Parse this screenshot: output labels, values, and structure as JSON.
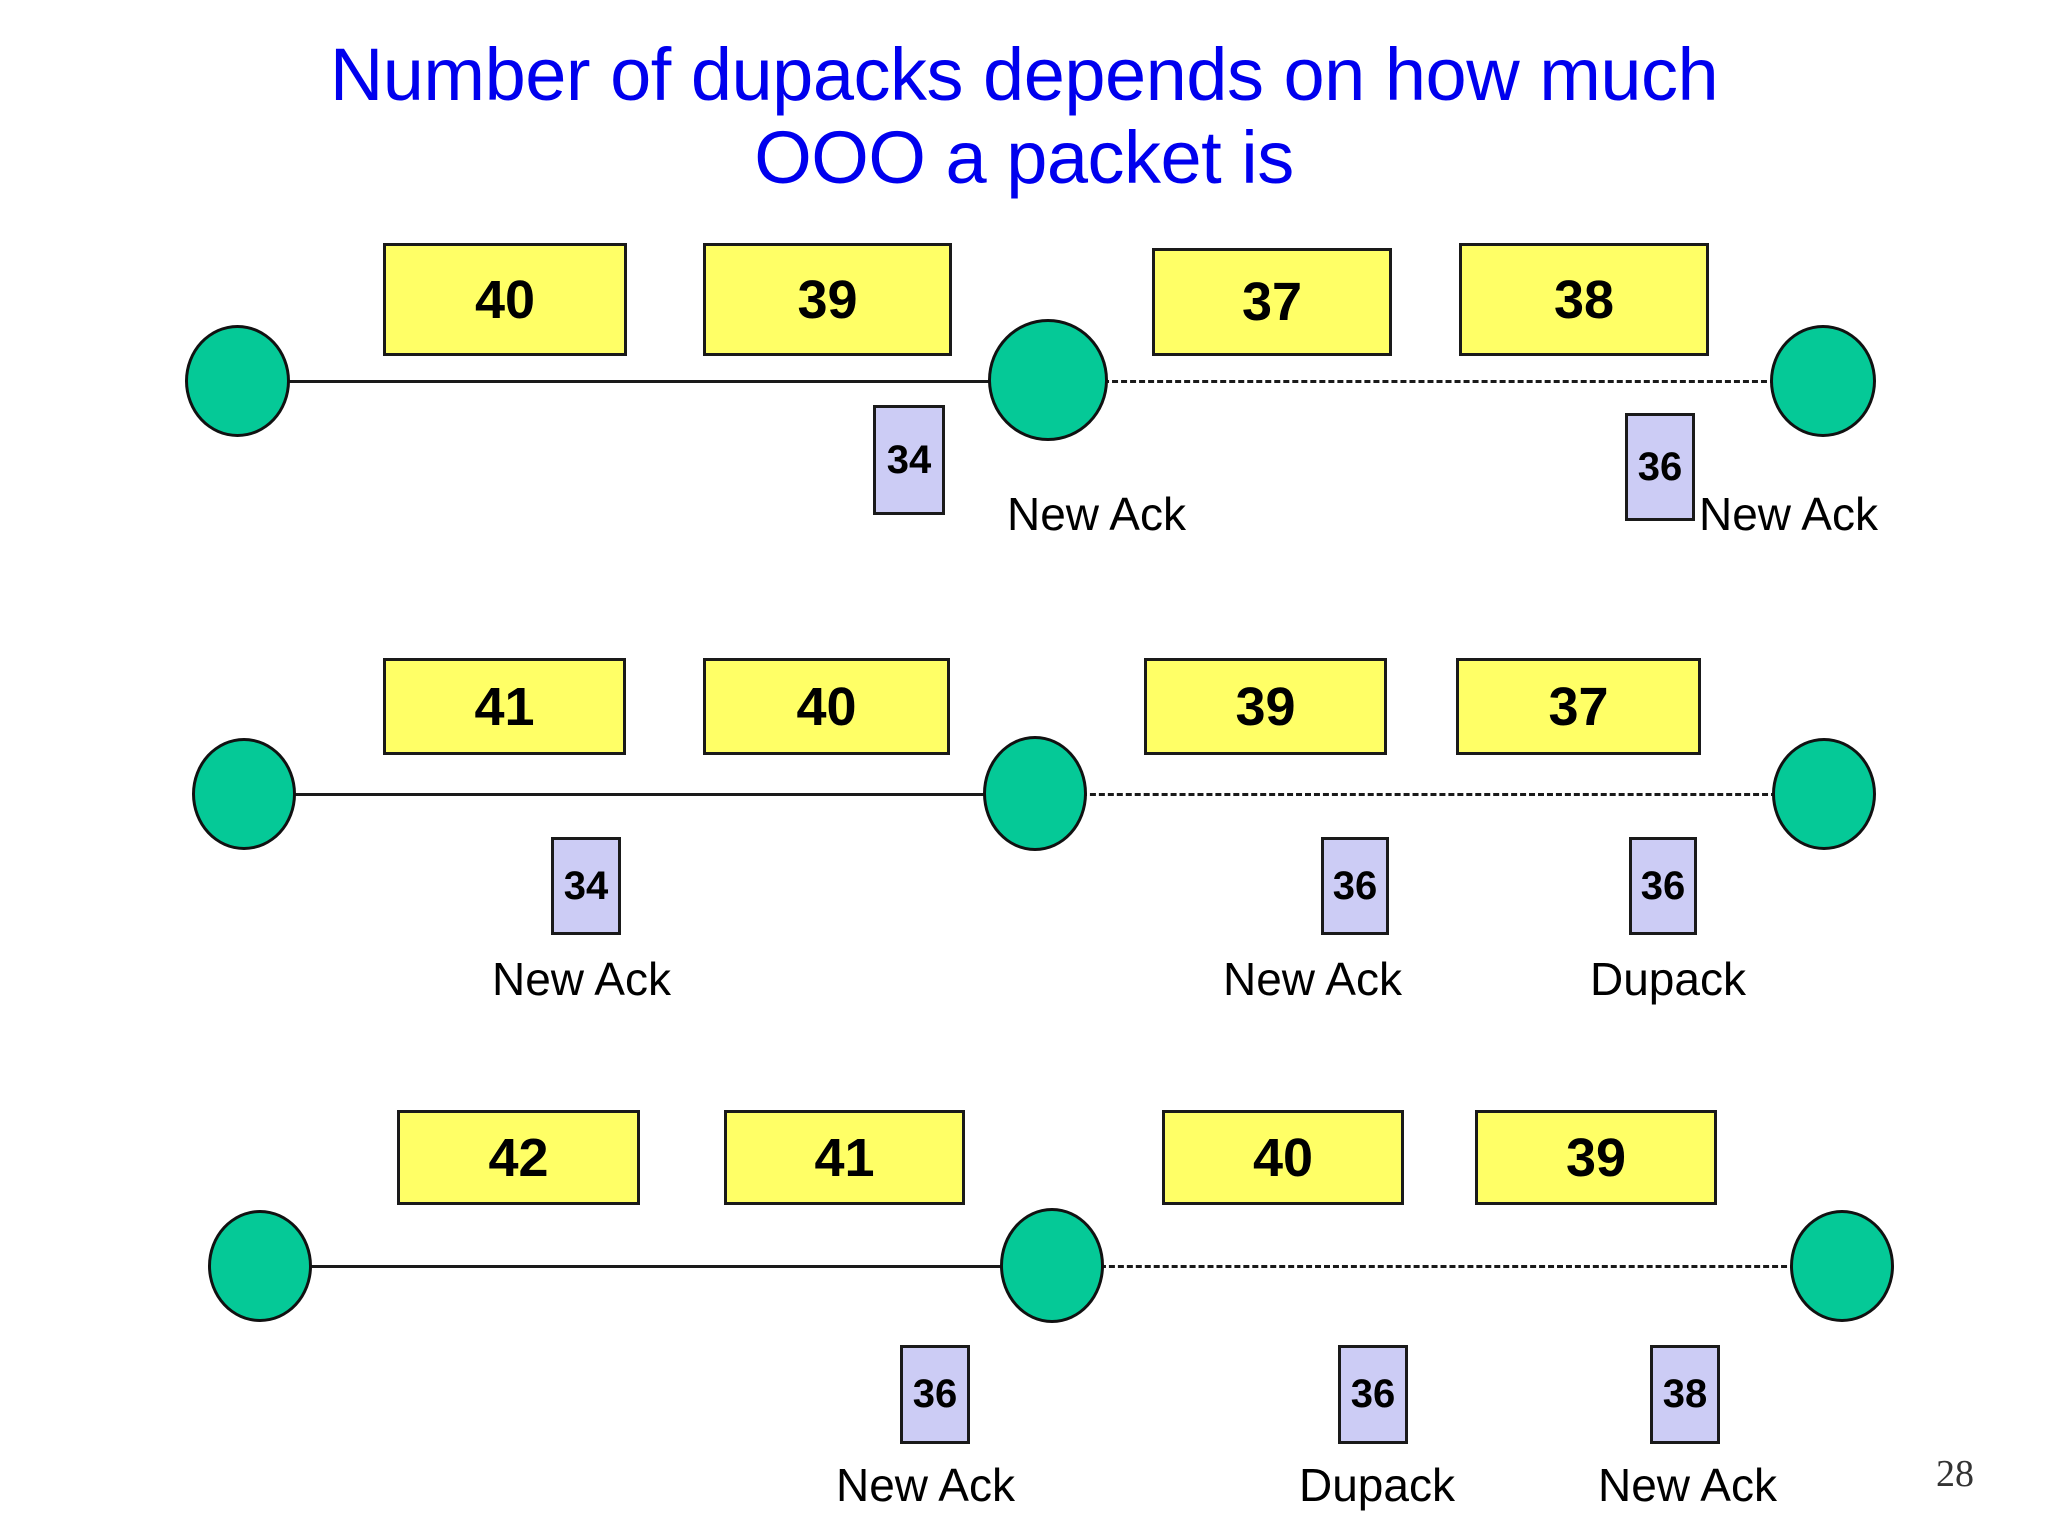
{
  "slide": {
    "title_line1": "Number of dupacks depends on how much",
    "title_line2": "OOO a packet is",
    "title_color": "#0000ee",
    "page_number": "28",
    "background": "#ffffff"
  },
  "palette": {
    "packet_fill": "#ffff66",
    "ack_fill": "#ccccf5",
    "node_fill": "#05c997",
    "stroke": "#1a1a1a"
  },
  "rows": [
    {
      "name": "row-1",
      "packets": [
        "40",
        "39",
        "37",
        "38"
      ],
      "acks": [
        {
          "value": "34",
          "label": "New Ack"
        },
        {
          "value": "36",
          "label": "New Ack"
        }
      ]
    },
    {
      "name": "row-2",
      "packets": [
        "41",
        "40",
        "39",
        "37"
      ],
      "acks": [
        {
          "value": "34",
          "label": "New Ack"
        },
        {
          "value": "36",
          "label": "New Ack"
        },
        {
          "value": "36",
          "label": "Dupack"
        }
      ]
    },
    {
      "name": "row-3",
      "packets": [
        "42",
        "41",
        "40",
        "39"
      ],
      "acks": [
        {
          "value": "36",
          "label": "New Ack"
        },
        {
          "value": "36",
          "label": "Dupack"
        },
        {
          "value": "38",
          "label": "New Ack"
        }
      ]
    }
  ]
}
